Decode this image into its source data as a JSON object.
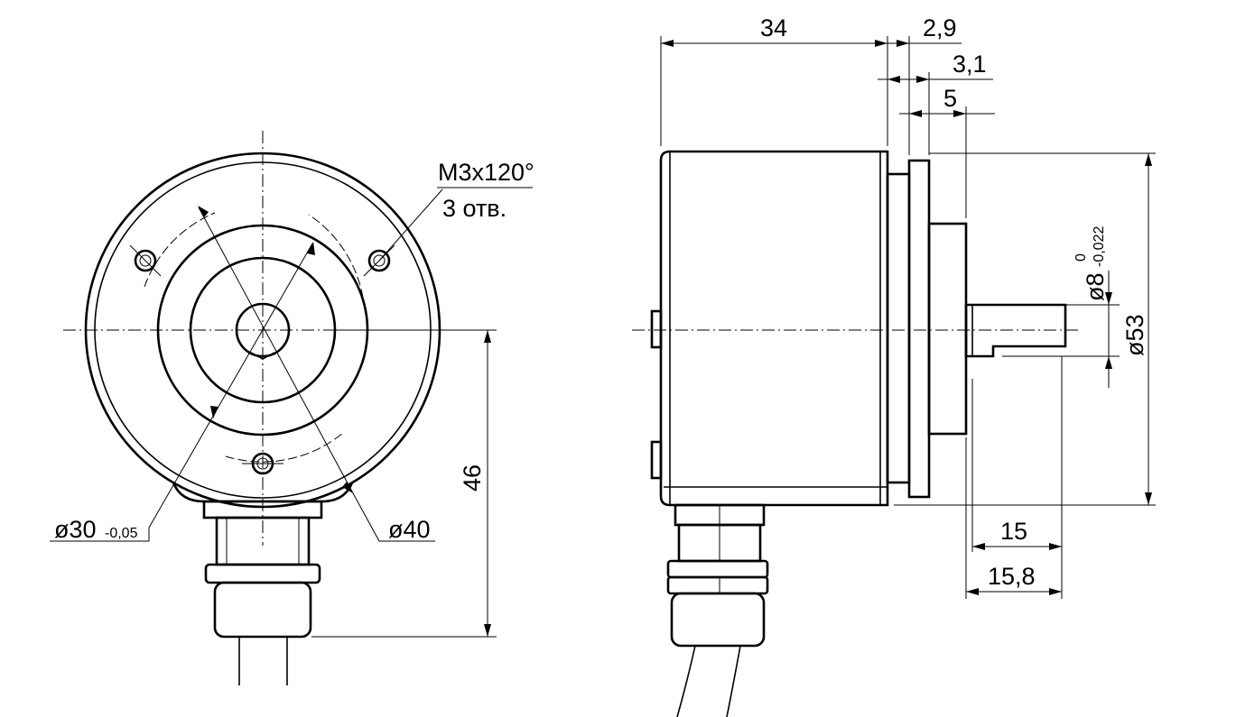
{
  "front_view": {
    "thread_label": "М3х120°",
    "holes_label": "3 отв.",
    "d30_label": "ø30",
    "d30_tol": "-0,05",
    "d40_label": "ø40",
    "h46_label": "46"
  },
  "side_view": {
    "len34_label": "34",
    "len29_label": "2,9",
    "len31_label": "3,1",
    "len5_label": "5",
    "len15_label": "15",
    "len158_label": "15,8",
    "d53_label": "ø53",
    "d8_label": "ø8",
    "d8_tol_upper": "0",
    "d8_tol_lower": "-0,022"
  }
}
